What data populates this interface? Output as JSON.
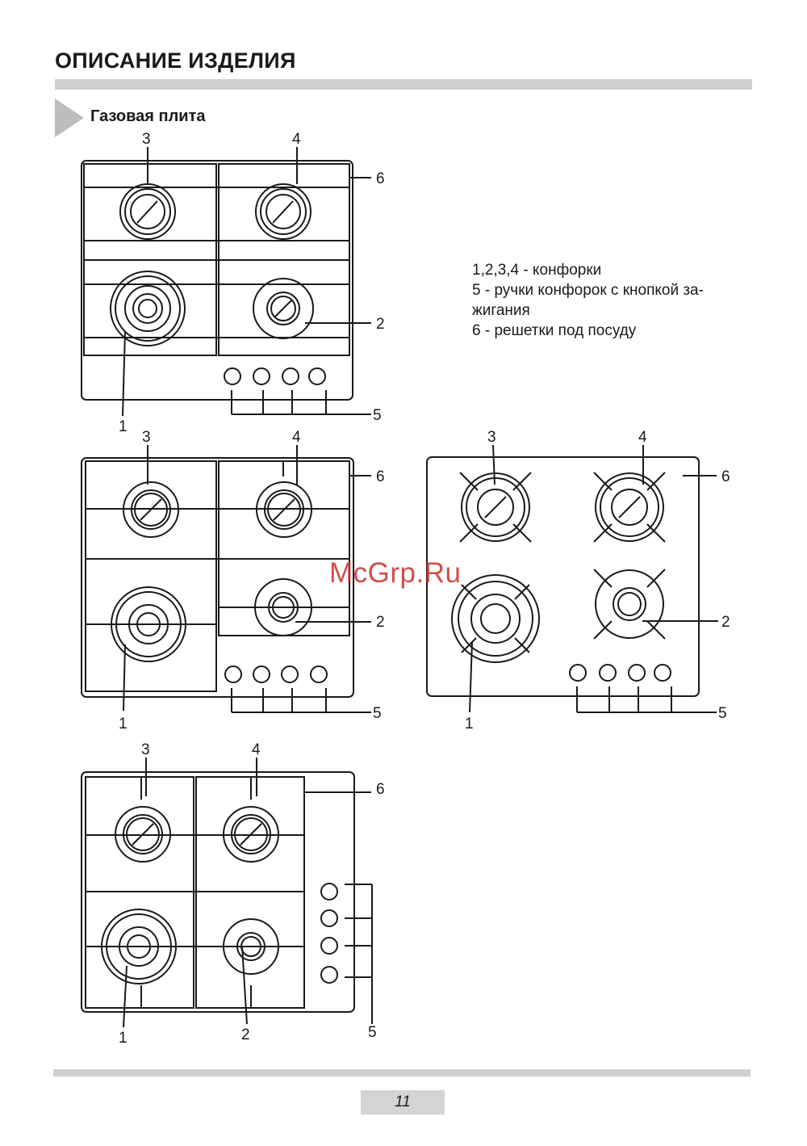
{
  "header": {
    "title": "ОПИСАНИЕ ИЗДЕЛИЯ"
  },
  "section": {
    "title": "Газовая плита"
  },
  "legend": [
    "1,2,3,4 - конфорки",
    "5 - ручки конфорок с кнопкой за-",
    "жигания",
    "6 - решетки под посуду"
  ],
  "callouts": {
    "burner_1": "1",
    "burner_2": "2",
    "burner_3": "3",
    "burner_4": "4",
    "knobs": "5",
    "grates": "6"
  },
  "watermark": "McGrp.Ru",
  "footer": {
    "page_number": "11"
  },
  "colors": {
    "rule": "#cfcfcf",
    "watermark": "#c8302c",
    "ink": "#1a1a1a"
  }
}
